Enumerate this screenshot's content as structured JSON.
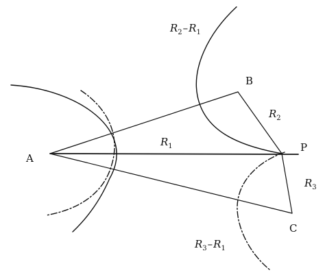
{
  "points": {
    "A": "A",
    "B": "B",
    "C": "C",
    "P": "P"
  },
  "labels": {
    "r1": {
      "sym": "R",
      "sub": "1"
    },
    "r2": {
      "sym": "R",
      "sub": "2"
    },
    "r3": {
      "sym": "R",
      "sub": "3"
    },
    "r2_minus_r1": {
      "sym_a": "R",
      "sub_a": "2",
      "minus": "–",
      "sym_b": "R",
      "sub_b": "1"
    },
    "r3_minus_r1": {
      "sym_a": "R",
      "sub_a": "3",
      "minus": "–",
      "sym_b": "R",
      "sub_b": "1"
    }
  }
}
